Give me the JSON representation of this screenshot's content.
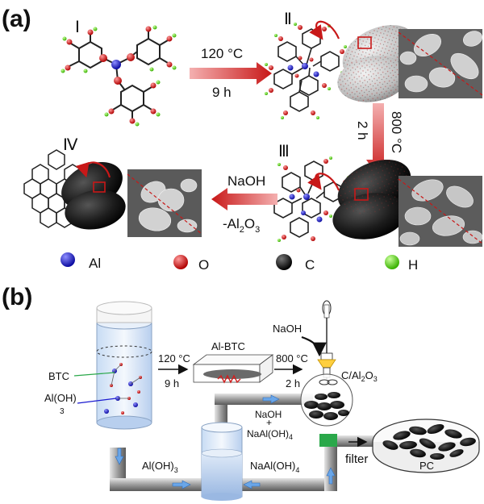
{
  "panel_a": {
    "label": "(a)",
    "stages": {
      "s1": "Ⅰ",
      "s2": "Ⅱ",
      "s3": "Ⅲ",
      "s4": "Ⅳ"
    },
    "step1": {
      "temp": "120 °C",
      "time": "9 h"
    },
    "step2": {
      "temp": "800 °C",
      "time": "2 h"
    },
    "step3": {
      "reagent": "NaOH",
      "removed_prefix": "-Al",
      "removed_sub1": "2",
      "removed_mid": "O",
      "removed_sub2": "3"
    },
    "legend": [
      {
        "symbol": "Al",
        "color": "#1a1ad0"
      },
      {
        "symbol": "O",
        "color": "#e01818"
      },
      {
        "symbol": "C",
        "color": "#111111"
      },
      {
        "symbol": "H",
        "color": "#55dd22"
      }
    ]
  },
  "panel_b": {
    "label": "(b)",
    "btc": "BTC",
    "aloh3_base": "Al(OH)",
    "aloh3_sub": "3",
    "albtc": "Al-BTC",
    "step1": {
      "temp": "120 °C",
      "time": "9 h"
    },
    "step2": {
      "temp": "800 °C",
      "time": "2 h"
    },
    "naoh_in": "NaOH",
    "calo_prefix": "C/Al",
    "calo_sub1": "2",
    "calo_mid": "O",
    "calo_sub2": "3",
    "naoh_mix_1": "NaOH",
    "naoh_mix_plus": "+",
    "naoh_mix_2_base": "NaAl(OH)",
    "naoh_mix_2_sub": "4",
    "pipe_left_base": "Al(OH)",
    "pipe_left_sub": "3",
    "pipe_right_base": "NaAl(OH)",
    "pipe_right_sub": "4",
    "filter": "filter",
    "dish": "PC"
  }
}
